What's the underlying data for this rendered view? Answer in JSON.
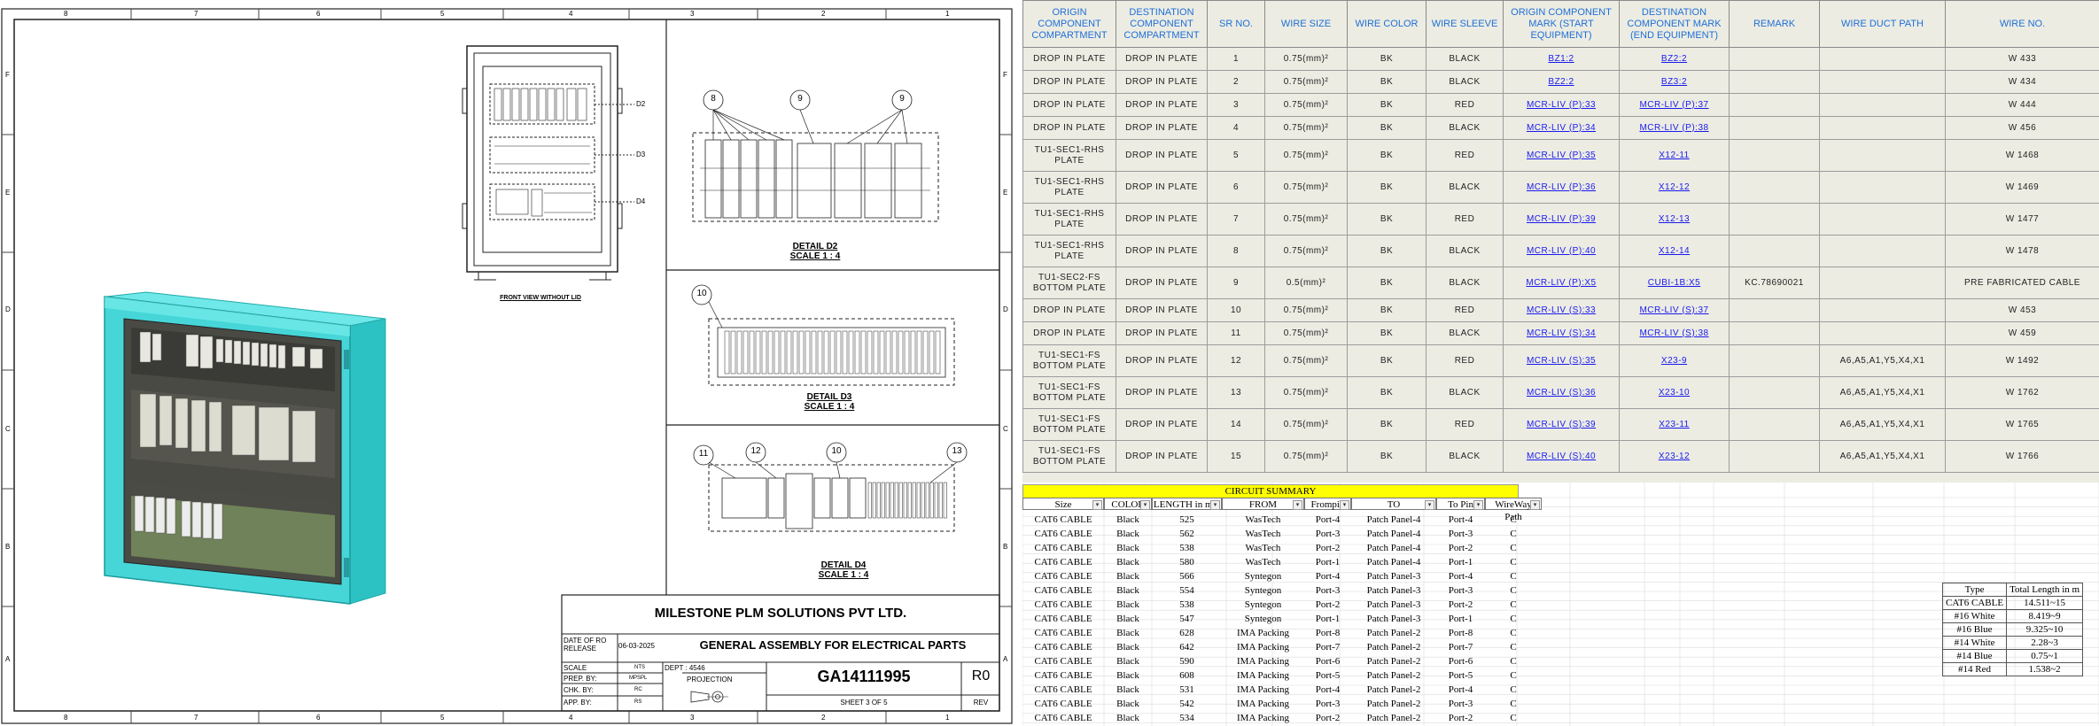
{
  "drawing": {
    "company": "MILESTONE PLM SOLUTIONS PVT LTD.",
    "title": "GENERAL ASSEMBLY FOR ELECTRICAL PARTS",
    "drawing_no": "GA14111995",
    "revision": "R0",
    "rev_label": "REV",
    "sheet": "SHEET 3 OF 5",
    "date_label": "DATE OF RO RELEASE",
    "date_value": "06-03-2025",
    "scale_label": "SCALE",
    "scale_value": "NTS",
    "dept_label": "DEPT : 4546",
    "prep_label": "PREP. BY:",
    "prep_value": "MPSPL",
    "chk_label": "CHK. BY:",
    "chk_value": "RC",
    "app_label": "APP. BY:",
    "app_value": "RS",
    "projection_label": "PROJECTION",
    "front_view_label": "FRONT VIEW WITHOUT LID",
    "detail_d2": "DETAIL D2",
    "detail_d2_scale": "SCALE 1 : 4",
    "detail_d3": "DETAIL D3",
    "detail_d3_scale": "SCALE 1 : 4",
    "detail_d4": "DETAIL D4",
    "detail_d4_scale": "SCALE 1 : 4",
    "callouts_d2": [
      "8",
      "9",
      "9"
    ],
    "callouts_d3": [
      "10"
    ],
    "callouts_d4": [
      "11",
      "12",
      "10",
      "13"
    ],
    "front_view_tags": [
      "D2",
      "D3",
      "D4"
    ],
    "border_cols": [
      "8",
      "7",
      "6",
      "5",
      "4",
      "3",
      "2",
      "1"
    ],
    "border_rows": [
      "F",
      "E",
      "D",
      "C",
      "B",
      "A"
    ]
  },
  "wire_table": {
    "headers": [
      "ORIGIN COMPONENT COMPARTMENT",
      "DESTINATION COMPONENT COMPARTMENT",
      "SR NO.",
      "WIRE SIZE",
      "WIRE COLOR",
      "WIRE SLEEVE",
      "ORIGIN COMPONENT MARK (START EQUIPMENT)",
      "DESTINATION COMPONENT MARK (END EQUIPMENT)",
      "REMARK",
      "WIRE DUCT PATH",
      "WIRE NO."
    ],
    "rows": [
      [
        "DROP IN PLATE",
        "DROP IN PLATE",
        "1",
        "0.75(mm)²",
        "BK",
        "BLACK",
        "BZ1:2",
        "BZ2:2",
        "",
        "",
        "W 433"
      ],
      [
        "DROP IN PLATE",
        "DROP IN PLATE",
        "2",
        "0.75(mm)²",
        "BK",
        "BLACK",
        "BZ2:2",
        "BZ3:2",
        "",
        "",
        "W 434"
      ],
      [
        "DROP IN PLATE",
        "DROP IN PLATE",
        "3",
        "0.75(mm)²",
        "BK",
        "RED",
        "MCR-LIV (P):33",
        "MCR-LIV (P):37",
        "",
        "",
        "W 444"
      ],
      [
        "DROP IN PLATE",
        "DROP IN PLATE",
        "4",
        "0.75(mm)²",
        "BK",
        "BLACK",
        "MCR-LIV (P):34",
        "MCR-LIV (P):38",
        "",
        "",
        "W 456"
      ],
      [
        "TU1-SEC1-RHS PLATE",
        "DROP IN PLATE",
        "5",
        "0.75(mm)²",
        "BK",
        "RED",
        "MCR-LIV (P):35",
        "X12-11",
        "",
        "",
        "W 1468"
      ],
      [
        "TU1-SEC1-RHS PLATE",
        "DROP IN PLATE",
        "6",
        "0.75(mm)²",
        "BK",
        "BLACK",
        "MCR-LIV (P):36",
        "X12-12",
        "",
        "",
        "W 1469"
      ],
      [
        "TU1-SEC1-RHS PLATE",
        "DROP IN PLATE",
        "7",
        "0.75(mm)²",
        "BK",
        "RED",
        "MCR-LIV (P):39",
        "X12-13",
        "",
        "",
        "W 1477"
      ],
      [
        "TU1-SEC1-RHS PLATE",
        "DROP IN PLATE",
        "8",
        "0.75(mm)²",
        "BK",
        "BLACK",
        "MCR-LIV (P):40",
        "X12-14",
        "",
        "",
        "W 1478"
      ],
      [
        "TU1-SEC2-FS BOTTOM PLATE",
        "DROP IN PLATE",
        "9",
        "0.5(mm)²",
        "BK",
        "BLACK",
        "MCR-LIV (P):X5",
        "CUBI-1B:X5",
        "KC.78690021",
        "",
        "PRE FABRICATED CABLE"
      ],
      [
        "DROP IN PLATE",
        "DROP IN PLATE",
        "10",
        "0.75(mm)²",
        "BK",
        "RED",
        "MCR-LIV (S):33",
        "MCR-LIV (S):37",
        "",
        "",
        "W 453"
      ],
      [
        "DROP IN PLATE",
        "DROP IN PLATE",
        "11",
        "0.75(mm)²",
        "BK",
        "BLACK",
        "MCR-LIV (S):34",
        "MCR-LIV (S):38",
        "",
        "",
        "W 459"
      ],
      [
        "TU1-SEC1-FS BOTTOM PLATE",
        "DROP IN PLATE",
        "12",
        "0.75(mm)²",
        "BK",
        "RED",
        "MCR-LIV (S):35",
        "X23-9",
        "",
        "A6,A5,A1,Y5,X4,X1",
        "W 1492"
      ],
      [
        "TU1-SEC1-FS BOTTOM PLATE",
        "DROP IN PLATE",
        "13",
        "0.75(mm)²",
        "BK",
        "BLACK",
        "MCR-LIV (S):36",
        "X23-10",
        "",
        "A6,A5,A1,Y5,X4,X1",
        "W 1762"
      ],
      [
        "TU1-SEC1-FS BOTTOM PLATE",
        "DROP IN PLATE",
        "14",
        "0.75(mm)²",
        "BK",
        "RED",
        "MCR-LIV (S):39",
        "X23-11",
        "",
        "A6,A5,A1,Y5,X4,X1",
        "W 1765"
      ],
      [
        "TU1-SEC1-FS BOTTOM PLATE",
        "DROP IN PLATE",
        "15",
        "0.75(mm)²",
        "BK",
        "BLACK",
        "MCR-LIV (S):40",
        "X23-12",
        "",
        "A6,A5,A1,Y5,X4,X1",
        "W 1766"
      ]
    ]
  },
  "circuit_summary": {
    "title": "CIRCUIT SUMMARY",
    "headers": [
      "Size",
      "COLOR",
      "LENGTH in mm",
      "FROM",
      "Frompin",
      "TO",
      "To Pin",
      "WireWay Path"
    ],
    "rows": [
      [
        "CAT6 CABLE",
        "Black",
        "525",
        "WasTech",
        "Port-4",
        "Patch Panel-4",
        "Port-4",
        "C"
      ],
      [
        "CAT6 CABLE",
        "Black",
        "562",
        "WasTech",
        "Port-3",
        "Patch Panel-4",
        "Port-3",
        "C"
      ],
      [
        "CAT6 CABLE",
        "Black",
        "538",
        "WasTech",
        "Port-2",
        "Patch Panel-4",
        "Port-2",
        "C"
      ],
      [
        "CAT6 CABLE",
        "Black",
        "580",
        "WasTech",
        "Port-1",
        "Patch Panel-4",
        "Port-1",
        "C"
      ],
      [
        "CAT6 CABLE",
        "Black",
        "566",
        "Syntegon",
        "Port-4",
        "Patch Panel-3",
        "Port-4",
        "C"
      ],
      [
        "CAT6 CABLE",
        "Black",
        "554",
        "Syntegon",
        "Port-3",
        "Patch Panel-3",
        "Port-3",
        "C"
      ],
      [
        "CAT6 CABLE",
        "Black",
        "538",
        "Syntegon",
        "Port-2",
        "Patch Panel-3",
        "Port-2",
        "C"
      ],
      [
        "CAT6 CABLE",
        "Black",
        "547",
        "Syntegon",
        "Port-1",
        "Patch Panel-3",
        "Port-1",
        "C"
      ],
      [
        "CAT6 CABLE",
        "Black",
        "628",
        "IMA Packing",
        "Port-8",
        "Patch Panel-2",
        "Port-8",
        "C"
      ],
      [
        "CAT6 CABLE",
        "Black",
        "642",
        "IMA Packing",
        "Port-7",
        "Patch Panel-2",
        "Port-7",
        "C"
      ],
      [
        "CAT6 CABLE",
        "Black",
        "590",
        "IMA Packing",
        "Port-6",
        "Patch Panel-2",
        "Port-6",
        "C"
      ],
      [
        "CAT6 CABLE",
        "Black",
        "608",
        "IMA Packing",
        "Port-5",
        "Patch Panel-2",
        "Port-5",
        "C"
      ],
      [
        "CAT6 CABLE",
        "Black",
        "531",
        "IMA Packing",
        "Port-4",
        "Patch Panel-2",
        "Port-4",
        "C"
      ],
      [
        "CAT6 CABLE",
        "Black",
        "542",
        "IMA Packing",
        "Port-3",
        "Patch Panel-2",
        "Port-3",
        "C"
      ],
      [
        "CAT6 CABLE",
        "Black",
        "534",
        "IMA Packing",
        "Port-2",
        "Patch Panel-2",
        "Port-2",
        "C"
      ]
    ]
  },
  "length_summary": {
    "headers": [
      "Type",
      "Total Length in m"
    ],
    "rows": [
      [
        "CAT6 CABLE",
        "14.511~15"
      ],
      [
        "#16 White",
        "8.419~9"
      ],
      [
        "#16 Blue",
        "9.325~10"
      ],
      [
        "#14 White",
        "2.28~3"
      ],
      [
        "#14 Blue",
        "0.75~1"
      ],
      [
        "#14 Red",
        "1.538~2"
      ]
    ]
  },
  "colors": {
    "header_text": "#1f6fd6",
    "link": "#1a1aee",
    "table_bg": "#ecece3",
    "summary_title_bg": "#ffff00",
    "enclosure": "#3fd8d8"
  }
}
